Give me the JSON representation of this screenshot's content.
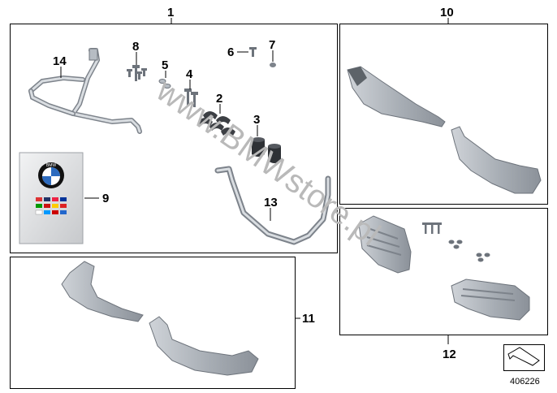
{
  "callouts": {
    "c1": "1",
    "c2": "2",
    "c3": "3",
    "c4": "4",
    "c5": "5",
    "c6": "6",
    "c7": "7",
    "c8": "8",
    "c9": "9",
    "c10": "10",
    "c11": "11",
    "c12": "12",
    "c13": "13",
    "c14": "14"
  },
  "logo_text": "BMW",
  "watermark": "www.BMWstore.pl",
  "diagram_ref": "406226",
  "colors": {
    "part_light": "#d4d8dd",
    "part_mid": "#a9afb6",
    "part_dark": "#6d737b",
    "frame": "#000000",
    "bmw_blue": "#2d6bbf"
  },
  "icons": {
    "logo": "bmw-roundel-icon",
    "flags": "language-flags-icon",
    "legend": "arrow-legend-icon"
  }
}
